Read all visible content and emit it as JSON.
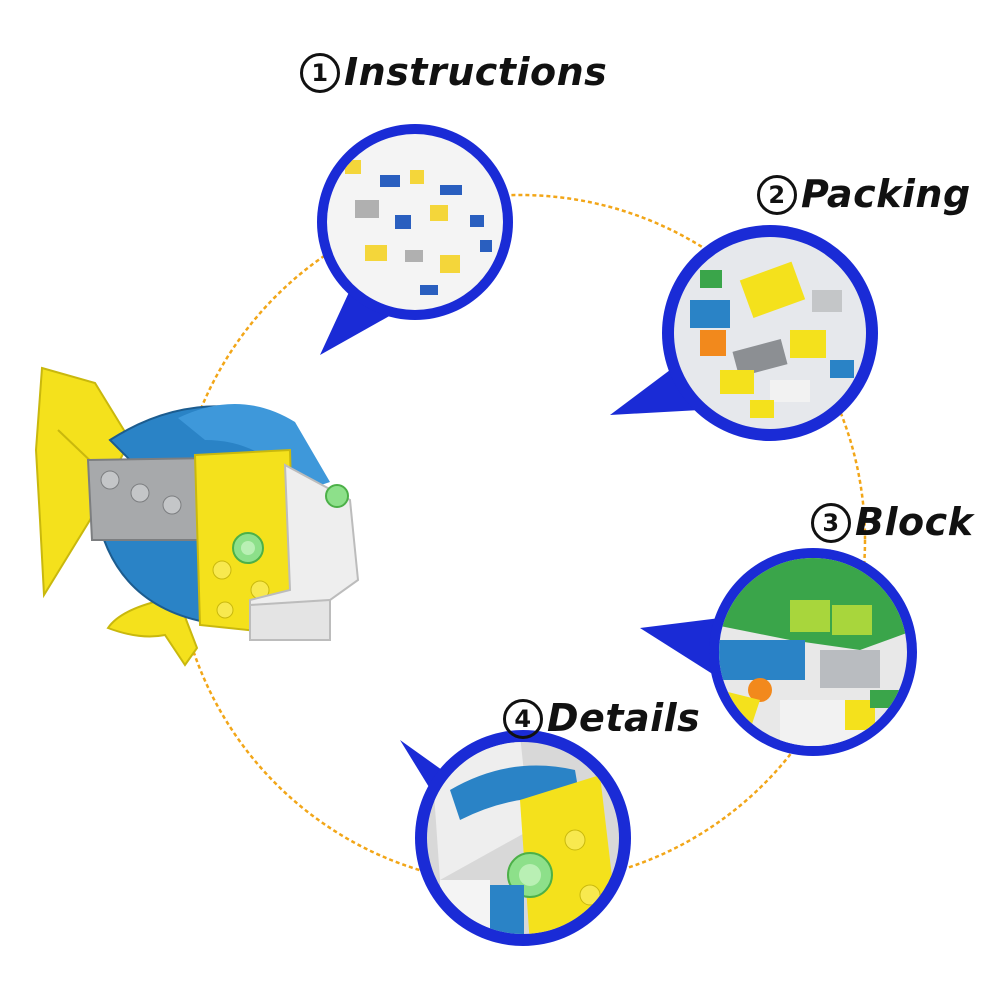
{
  "steps": [
    {
      "number": "1",
      "title": "Instructions"
    },
    {
      "number": "2",
      "title": "Packing"
    },
    {
      "number": "3",
      "title": "Block"
    },
    {
      "number": "4",
      "title": "Details"
    }
  ],
  "colors": {
    "ring": "#f2a618",
    "bubble_border": "#1a2bd6",
    "brick_yellow": "#f4e11c",
    "brick_blue": "#2a83c6",
    "brick_gray": "#a7a9ab",
    "brick_white": "#eeeeee",
    "brick_green": "#3aa54a",
    "stud_green": "#8de08a",
    "text": "#111111"
  },
  "icons": [
    "fish-model-image",
    "instructions-photo",
    "packing-photo",
    "block-photo",
    "details-photo"
  ]
}
